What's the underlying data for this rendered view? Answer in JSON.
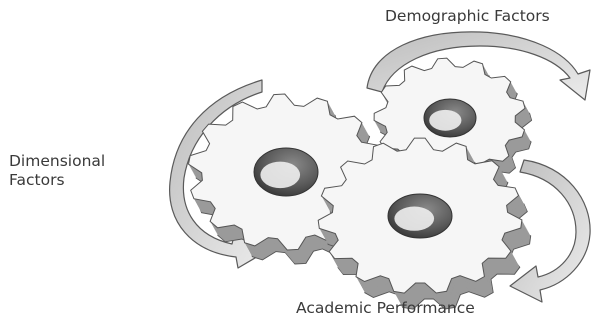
{
  "labels": {
    "demographic": "Demographic Factors",
    "dimensional_line1": "Dimensional",
    "dimensional_line2": "Factors",
    "academic": "Academic Performance"
  },
  "colors": {
    "gear_face": "#f6f6f6",
    "gear_side": "#9a9a9a",
    "gear_edge": "#555555",
    "arrow_fill": "#d2d2d2",
    "arrow_edge": "#5a5a5a",
    "text": "#3a3a3a"
  },
  "icons": {
    "gear": "gear-icon",
    "arrow": "curved-arrow-icon"
  }
}
